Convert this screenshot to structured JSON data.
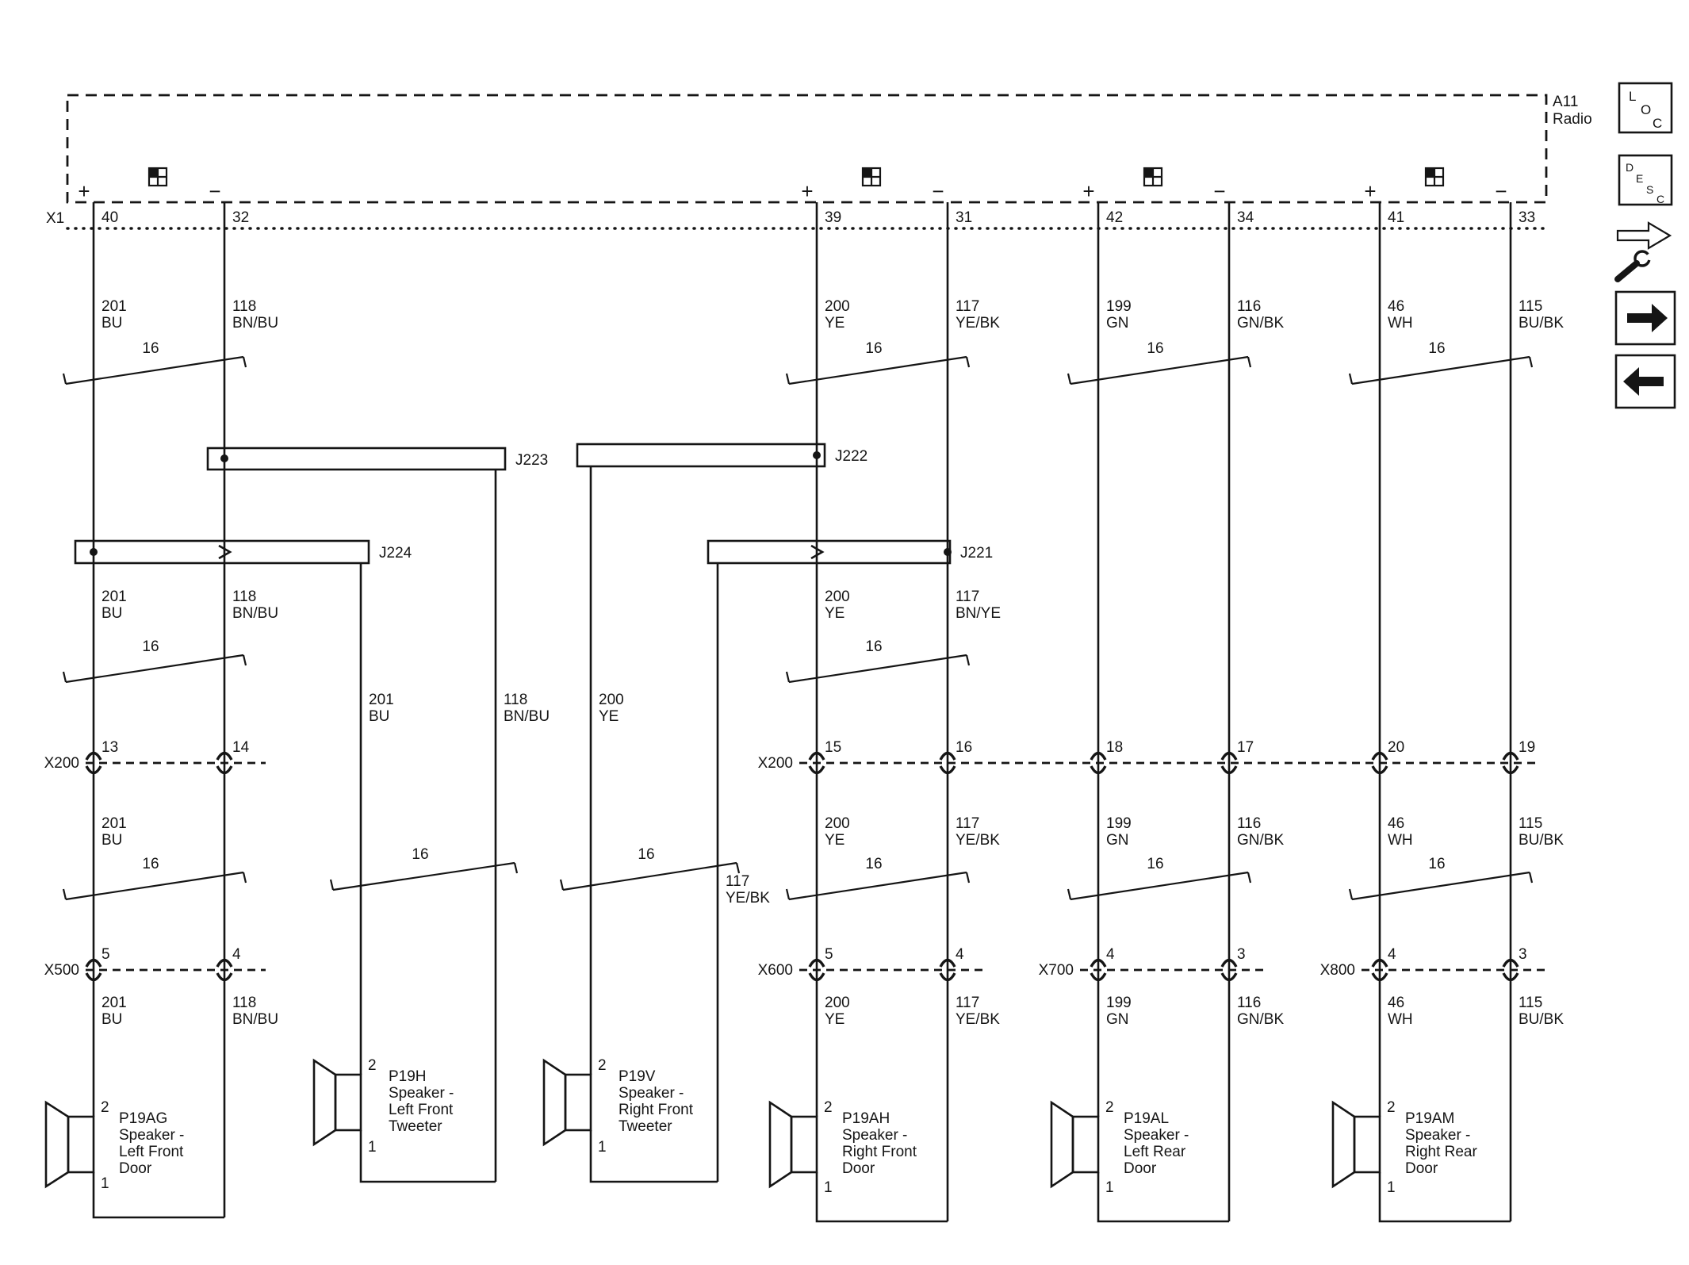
{
  "radio": {
    "id": "A11",
    "name": "Radio",
    "connector": "X1",
    "pins": [
      "40",
      "32",
      "39",
      "31",
      "42",
      "34",
      "41",
      "33"
    ],
    "signs": [
      "+",
      "−",
      "+",
      "−",
      "+",
      "−",
      "+",
      "−"
    ]
  },
  "gauge": "16",
  "labels": {
    "row1": [
      [
        "201",
        "BU"
      ],
      [
        "118",
        "BN/BU"
      ],
      [
        "200",
        "YE"
      ],
      [
        "117",
        "YE/BK"
      ],
      [
        "199",
        "GN"
      ],
      [
        "116",
        "GN/BK"
      ],
      [
        "46",
        "WH"
      ],
      [
        "115",
        "BU/BK"
      ]
    ],
    "row2": [
      [
        "201",
        "BU"
      ],
      [
        "118",
        "BN/BU"
      ],
      [
        "200",
        "YE"
      ],
      [
        "117",
        "BN/YE"
      ]
    ],
    "row3": [
      [
        "201",
        "BU"
      ],
      [
        "118",
        "BN/BU"
      ],
      [
        "200",
        "YE"
      ]
    ],
    "b4": [
      "117",
      "YE/BK"
    ],
    "row4": [
      [
        "201",
        "BU"
      ],
      [
        "200",
        "YE"
      ],
      [
        "117",
        "YE/BK"
      ],
      [
        "199",
        "GN"
      ],
      [
        "116",
        "GN/BK"
      ],
      [
        "46",
        "WH"
      ],
      [
        "115",
        "BU/BK"
      ]
    ],
    "row5": [
      [
        "201",
        "BU"
      ],
      [
        "118",
        "BN/BU"
      ],
      [
        "200",
        "YE"
      ],
      [
        "117",
        "YE/BK"
      ],
      [
        "199",
        "GN"
      ],
      [
        "116",
        "GN/BK"
      ],
      [
        "46",
        "WH"
      ],
      [
        "115",
        "BU/BK"
      ]
    ]
  },
  "splices": {
    "j223": "J223",
    "j222": "J222",
    "j224": "J224",
    "j221": "J221"
  },
  "connectors": {
    "x200l": {
      "name": "X200",
      "pins": [
        "13",
        "14"
      ]
    },
    "x200r": {
      "name": "X200",
      "pins": [
        "15",
        "16",
        "18",
        "17",
        "20",
        "19"
      ]
    },
    "x500": {
      "name": "X500",
      "pins": [
        "5",
        "4"
      ]
    },
    "x600": {
      "name": "X600",
      "pins": [
        "5",
        "4"
      ]
    },
    "x700": {
      "name": "X700",
      "pins": [
        "4",
        "3"
      ]
    },
    "x800": {
      "name": "X800",
      "pins": [
        "4",
        "3"
      ]
    }
  },
  "speakers": [
    {
      "name": "P19AG",
      "line2": "Speaker -",
      "line3": "Left Front",
      "line4": "Door",
      "pin_top": "2",
      "pin_bottom": "1"
    },
    {
      "name": "P19H",
      "line2": "Speaker -",
      "line3": "Left Front",
      "line4": "Tweeter",
      "pin_top": "2",
      "pin_bottom": "1"
    },
    {
      "name": "P19V",
      "line2": "Speaker -",
      "line3": "Right Front",
      "line4": "Tweeter",
      "pin_top": "2",
      "pin_bottom": "1"
    },
    {
      "name": "P19AH",
      "line2": "Speaker -",
      "line3": "Right Front",
      "line4": "Door",
      "pin_top": "2",
      "pin_bottom": "1"
    },
    {
      "name": "P19AL",
      "line2": "Speaker -",
      "line3": "Left Rear",
      "line4": "Door",
      "pin_top": "2",
      "pin_bottom": "1"
    },
    {
      "name": "P19AM",
      "line2": "Speaker -",
      "line3": "Right Rear",
      "line4": "Door",
      "pin_top": "2",
      "pin_bottom": "1"
    }
  ],
  "sidebar": {
    "loc": [
      "L",
      "O",
      "C"
    ],
    "desc": [
      "D",
      "E",
      "S",
      "C"
    ]
  }
}
